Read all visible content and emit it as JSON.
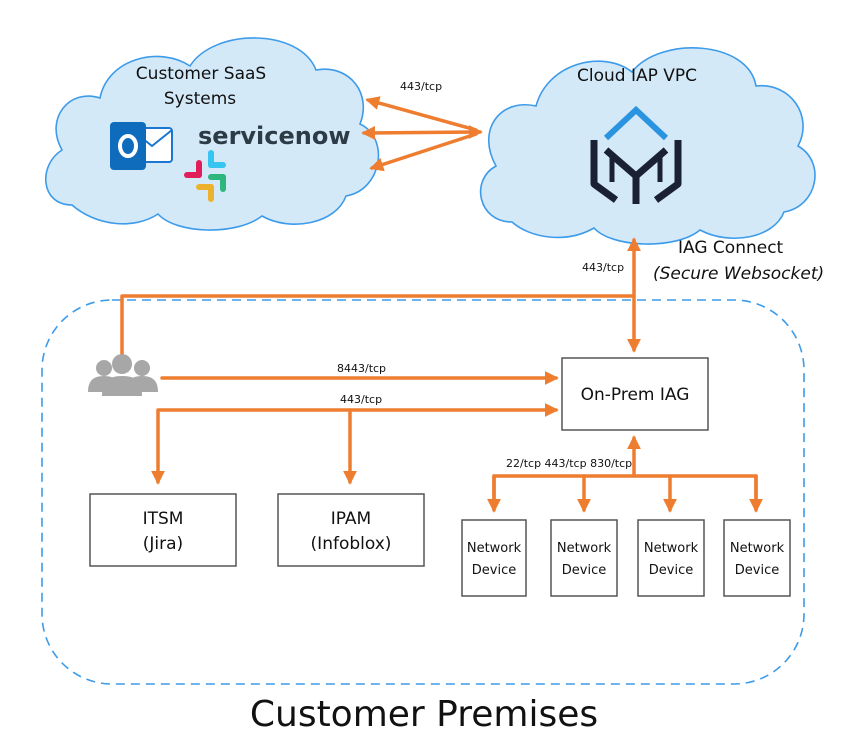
{
  "saas_cloud": {
    "title_line1": "Customer SaaS",
    "title_line2": "Systems"
  },
  "iap_cloud": {
    "title": "Cloud IAP VPC"
  },
  "connect": {
    "title": "IAG Connect",
    "subtitle": "(Secure Websocket)"
  },
  "premises": {
    "title": "Customer Premises"
  },
  "iag": {
    "label": "On-Prem IAG"
  },
  "itsm": {
    "line1": "ITSM",
    "line2": "(Jira)"
  },
  "ipam": {
    "line1": "IPAM",
    "line2": "(Infoblox)"
  },
  "devices": [
    {
      "line1": "Network",
      "line2": "Device"
    },
    {
      "line1": "Network",
      "line2": "Device"
    },
    {
      "line1": "Network",
      "line2": "Device"
    },
    {
      "line1": "Network",
      "line2": "Device"
    }
  ],
  "ports": {
    "saas": "443/tcp",
    "connect": "443/tcp",
    "users": "8443/tcp",
    "itsm_ipam": "443/tcp",
    "devices": "22/tcp 443/tcp 830/tcp"
  },
  "logos": {
    "servicenow": "servicenow"
  },
  "colors": {
    "arrow": "#ee7d30",
    "cloud_fill": "#d4e9f8",
    "cloud_stroke": "#3d9be9",
    "dashed": "#3d9be9"
  }
}
